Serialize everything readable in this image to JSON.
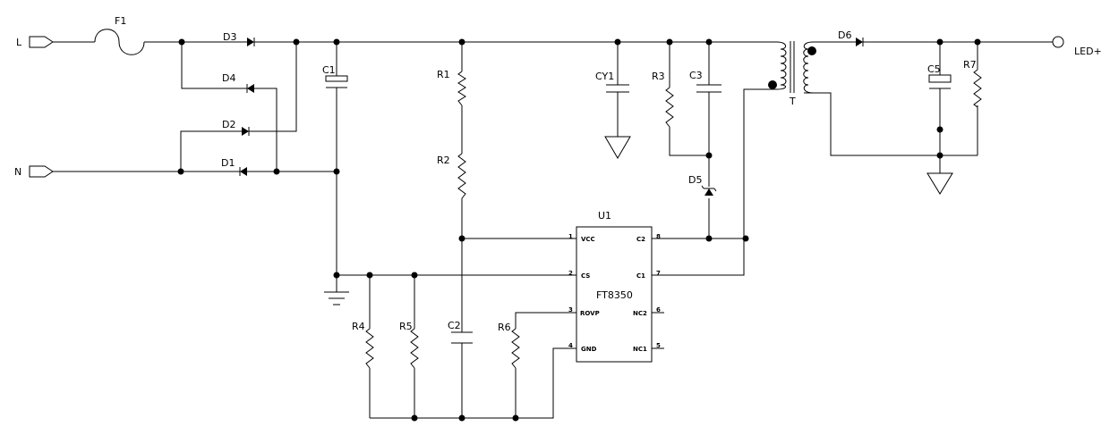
{
  "terminals": {
    "line": "L",
    "neutral": "N",
    "output": "LED+"
  },
  "labels": {
    "fuse": "F1",
    "d1": "D1",
    "d2": "D2",
    "d3": "D3",
    "d4": "D4",
    "d5": "D5",
    "d6": "D6",
    "c1": "C1",
    "c2": "C2",
    "c3": "C3",
    "c5": "C5",
    "cy1": "CY1",
    "r1": "R1",
    "r2": "R2",
    "r3": "R3",
    "r4": "R4",
    "r5": "R5",
    "r6": "R6",
    "r7": "R7",
    "transformer": "T"
  },
  "ic": {
    "ref": "U1",
    "part": "FT8350",
    "pins": [
      {
        "num": "1",
        "name": "VCC"
      },
      {
        "num": "2",
        "name": "CS"
      },
      {
        "num": "3",
        "name": "ROVP"
      },
      {
        "num": "4",
        "name": "GND"
      },
      {
        "num": "5",
        "name": "NC1"
      },
      {
        "num": "6",
        "name": "NC2"
      },
      {
        "num": "7",
        "name": "C1"
      },
      {
        "num": "8",
        "name": "C2"
      }
    ]
  }
}
